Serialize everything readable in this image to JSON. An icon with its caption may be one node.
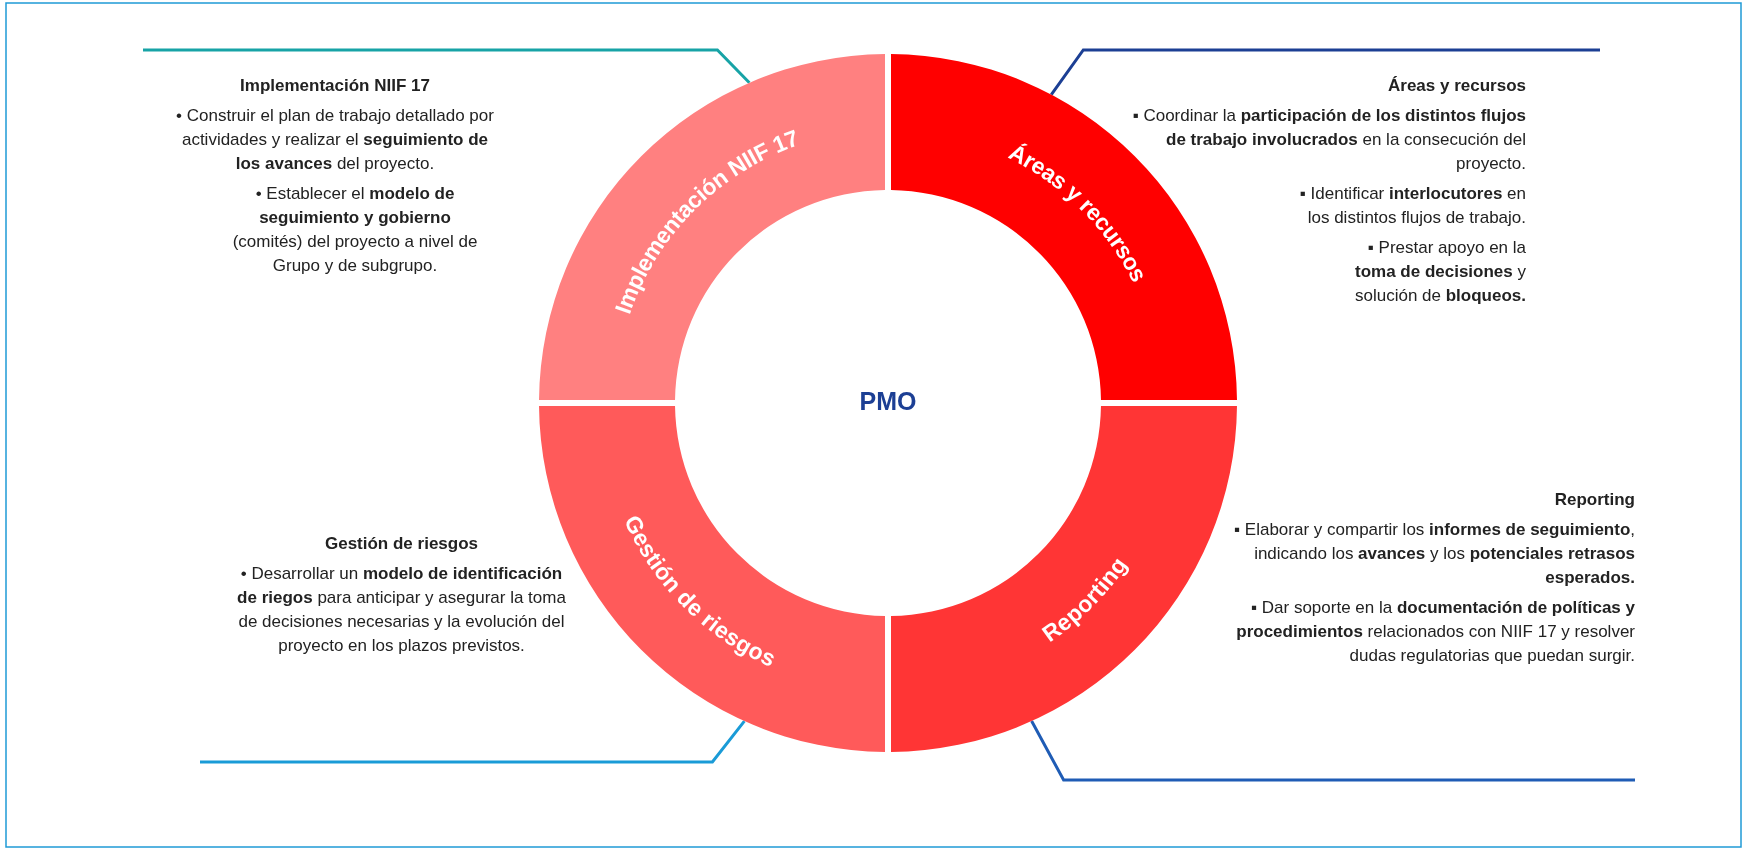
{
  "diagram": {
    "nodes": [
      {
        "text": [
          "Implementación NIIF 17",
          "• Construir el plan de trabajo detallado por actividades y realizar el **seguimiento de los avances** del proyecto.",
          "• Establecer el **modelo de seguimiento y gobierno** (comités) del proyecto a nivel de Grupo y de subgrupo."
        ]
      },
      {
        "text": [
          "Implementación NIIF 17"
        ]
      },
      {
        "text": [
          "Áreas y recursos"
        ]
      },
      {
        "text": [
          "Áreas y recursos",
          "▪ Coordinar la **participación de los distintos flujos de trabajo involucrados** en la consecución del proyecto.",
          "▪ Identificar **interlocutores** en los distintos flujos de trabajo.",
          "▪ Prestar apoyo en la **toma de decisiones** y solución de **bloqueos.**"
        ]
      },
      {
        "text": [
          "Gestión de riesgos",
          "• Desarrollar un **modelo de identificación de riegos** para anticipar y asegurar la toma de decisiones necesarias y la evolución del proyecto en los plazos previstos."
        ]
      },
      {
        "text": [
          "Gestión de riesgos"
        ]
      },
      {
        "text": [
          "Reporting"
        ]
      },
      {
        "text": [
          "Reporting",
          "▪ Elaborar y compartir los **informes de seguimiento**, indicando los **avances** y los **potenciales retrasos esperados.**",
          "▪ Dar soporte en la **documentación de políticas y procedimientos** relacionados con NIIF 17 y resolver dudas regulatorias que puedan surgir."
        ]
      }
    ],
    "edges": [
      {
        "from": 0,
        "to": 1,
        "arrow": "none",
        "color": "#17a3a6"
      },
      {
        "from": 3,
        "to": 2,
        "arrow": "none",
        "color": "#1c3f94"
      },
      {
        "from": 4,
        "to": 5,
        "arrow": "none",
        "color": "#1a9bd7"
      },
      {
        "from": 7,
        "to": 6,
        "arrow": "none",
        "color": "#1f5cb5"
      }
    ],
    "labels": [
      "PMO"
    ]
  }
}
